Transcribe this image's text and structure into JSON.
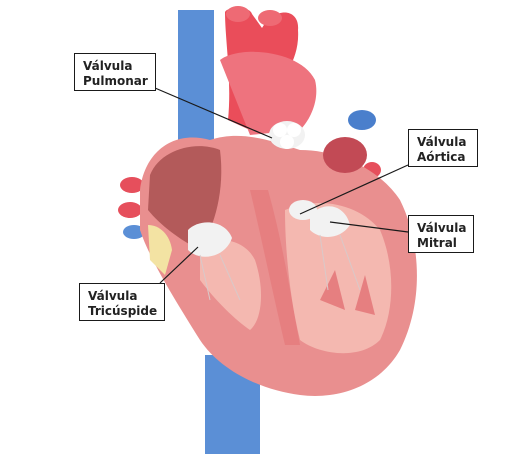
{
  "labels": {
    "pulmonary_valve": {
      "line1": "Válvula",
      "line2": "Pulmonar"
    },
    "aortic_valve": {
      "line1": "Válvula",
      "line2": "Aórtica"
    },
    "mitral_valve": {
      "line1": "Válvula",
      "line2": "Mitral"
    },
    "tricuspid_valve": {
      "line1": "Válvula",
      "line2": "Tricúspide"
    }
  },
  "colors": {
    "myocardium": "#e98f8f",
    "chamber_interior": "#f4b8b0",
    "aorta_red": "#ea4d5a",
    "vein_blue": "#5b8fd6",
    "valve_white": "#f2f2f2",
    "callout_border": "#1a1a1a"
  }
}
